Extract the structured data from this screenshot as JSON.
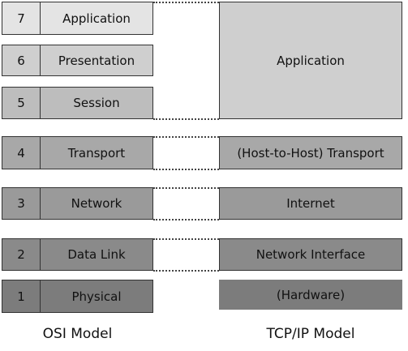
{
  "osi_model": {
    "caption": "OSI Model",
    "layers": [
      {
        "number": "7",
        "name": "Application",
        "color": "#e4e4e4"
      },
      {
        "number": "6",
        "name": "Presentation",
        "color": "#cfcfcf"
      },
      {
        "number": "5",
        "name": "Session",
        "color": "#bdbdbd"
      },
      {
        "number": "4",
        "name": "Transport",
        "color": "#a8a8a8"
      },
      {
        "number": "3",
        "name": "Network",
        "color": "#9a9a9a"
      },
      {
        "number": "2",
        "name": "Data Link",
        "color": "#8a8a8a"
      },
      {
        "number": "1",
        "name": "Physical",
        "color": "#7c7c7c"
      }
    ]
  },
  "tcp_ip_model": {
    "caption": "TCP/IP Model",
    "layers": [
      {
        "name": "Application",
        "color": "#cfcfcf"
      },
      {
        "name": "(Host-to-Host) Transport",
        "color": "#a8a8a8"
      },
      {
        "name": "Internet",
        "color": "#9a9a9a"
      },
      {
        "name": "Network Interface",
        "color": "#8a8a8a"
      },
      {
        "name": "(Hardware)",
        "color": "#7c7c7c"
      }
    ]
  }
}
